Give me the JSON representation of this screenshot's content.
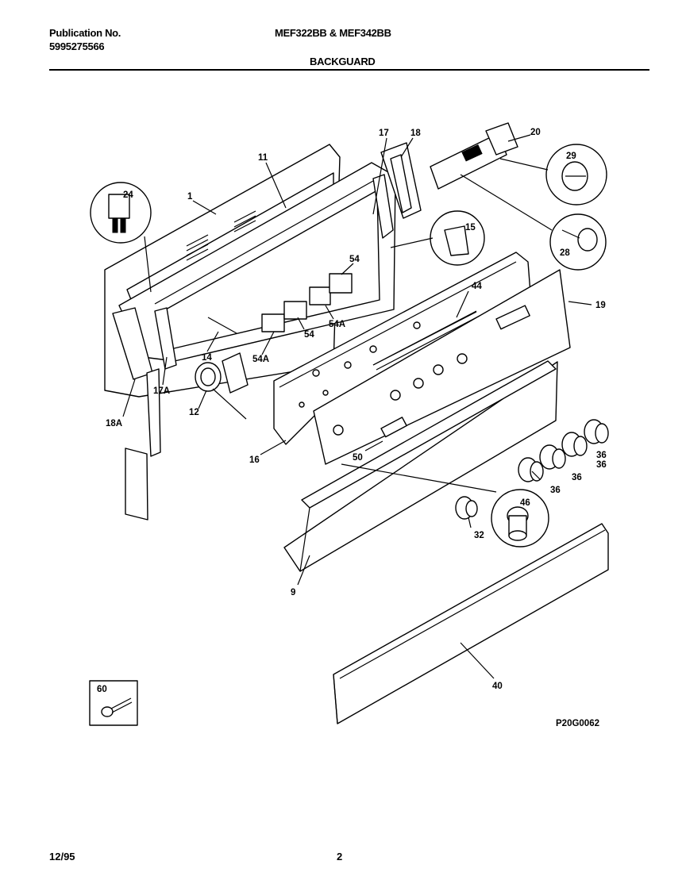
{
  "header": {
    "publication_label": "Publication No.",
    "publication_number": "5995275566",
    "models": "MEF322BB & MEF342BB",
    "section": "BACKGUARD"
  },
  "diagram": {
    "part_labels": [
      "1",
      "11",
      "17",
      "18",
      "20",
      "24",
      "29",
      "15",
      "28",
      "54",
      "44",
      "19",
      "54A",
      "54",
      "14",
      "54A",
      "17A",
      "18A",
      "12",
      "16",
      "50",
      "36",
      "36",
      "36",
      "36",
      "46",
      "32",
      "9",
      "40",
      "60"
    ],
    "figure_code": "P20G0062"
  },
  "footer": {
    "date": "12/95",
    "page": "2"
  }
}
